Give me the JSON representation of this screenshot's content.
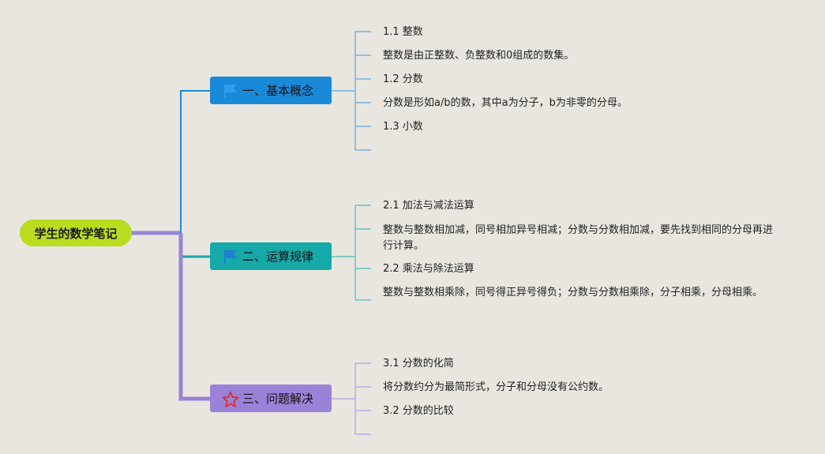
{
  "root": {
    "label": "学生的数学笔记"
  },
  "branches": [
    {
      "label": "一、基本概念",
      "color": "#1a8ad8",
      "icon": "flag-icon",
      "items": [
        "1.1 整数",
        "整数是由正整数、负整数和0组成的数集。",
        "1.2 分数",
        "分数是形如a/b的数，其中a为分子，b为非零的分母。",
        "1.3 小数"
      ]
    },
    {
      "label": "二、运算规律",
      "color": "#17a8a8",
      "icon": "flag-icon",
      "items": [
        "2.1 加法与减法运算",
        "整数与整数相加减，同号相加异号相减；分数与分数相加减，要先找到相同的分母再进行计算。",
        "2.2 乘法与除法运算",
        "整数与整数相乘除，同号得正异号得负；分数与分数相乘除，分子相乘，分母相乘。"
      ]
    },
    {
      "label": "三、问题解决",
      "color": "#9a82d8",
      "icon": "star-icon",
      "items": [
        "3.1 分数的化简",
        "将分数约分为最简形式，分子和分母没有公约数。",
        "3.2 分数的比较"
      ]
    }
  ]
}
